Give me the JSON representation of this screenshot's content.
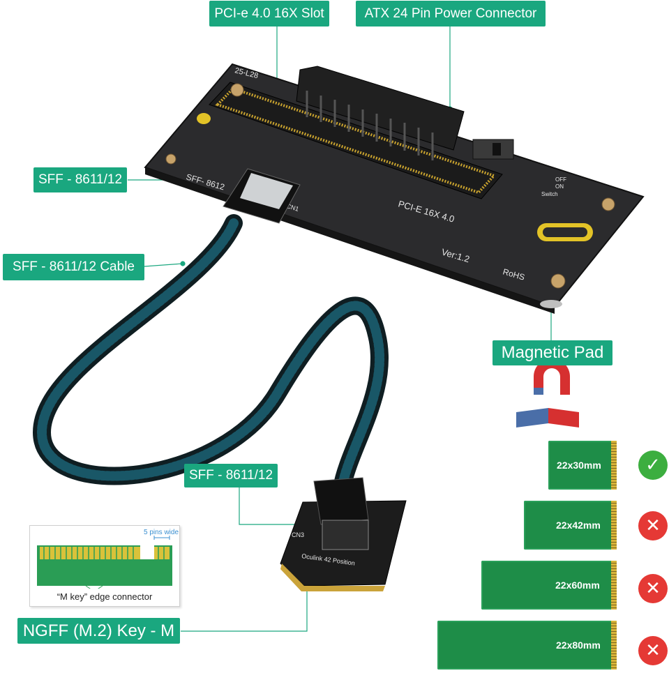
{
  "callouts": {
    "pcie_slot": "PCI-e 4.0 16X Slot",
    "atx_power": "ATX 24 Pin Power Connector",
    "sff_top": "SFF - 8611/12",
    "sff_cable": "SFF - 8611/12 Cable",
    "magnetic_pad": "Magnetic Pad",
    "sff_bottom": "SFF - 8611/12",
    "ngff": "NGFF (M.2) Key - M"
  },
  "board": {
    "model": "25-L28",
    "slot_text": "PCI-E 16X 4.0",
    "version": "Ver:1.2",
    "rohs": "RoHS",
    "sff_port": "SFF- 8612",
    "cn1": "CN1",
    "switch_off": "OFF",
    "switch_on": "ON",
    "switch_label": "Switch"
  },
  "m2_adapter": {
    "cn3": "CN3",
    "position_text": "Oculink 42 Position"
  },
  "mkey": {
    "pins_caption": "5 pins wide",
    "caption": "“M key” edge connector"
  },
  "sizes": [
    {
      "label": "22x30mm",
      "status": "supported"
    },
    {
      "label": "22x42mm",
      "status": "unsupported"
    },
    {
      "label": "22x60mm",
      "status": "unsupported"
    },
    {
      "label": "22x80mm",
      "status": "unsupported"
    }
  ],
  "colors": {
    "callout": "#1aa77f",
    "supported": "#3cae3f",
    "unsupported": "#e53935",
    "card": "#1e8d48"
  },
  "icons": {
    "supported": "check-icon",
    "unsupported": "cross-icon",
    "magnet": "magnet-icon"
  }
}
